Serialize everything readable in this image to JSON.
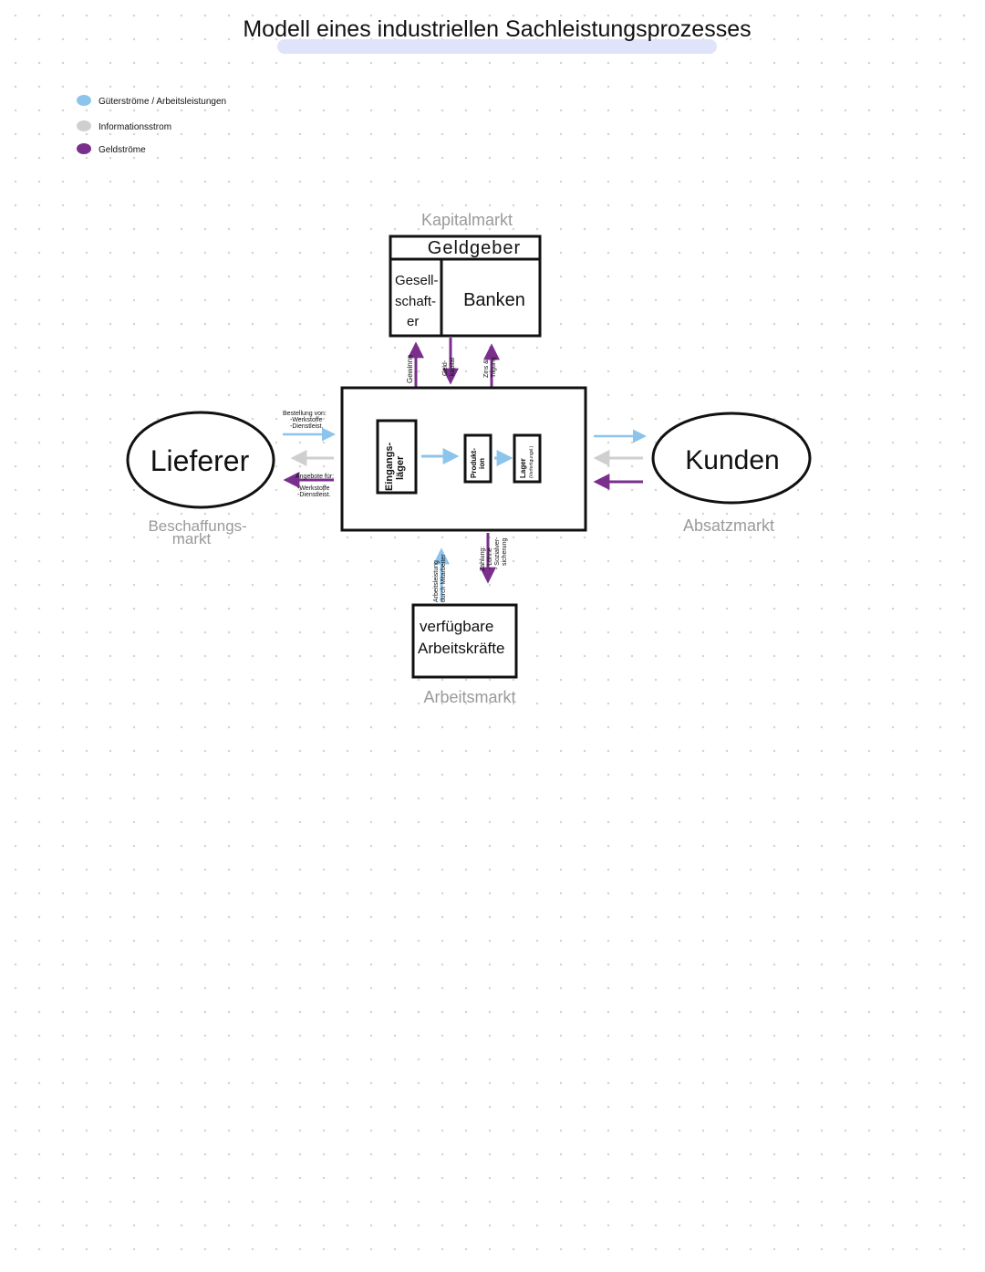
{
  "title": "Modell eines industriellen Sachleistungsprozesses",
  "legend": [
    {
      "text": "Güterströme / Arbeitsleistungen",
      "color": "#8cc4ec",
      "icon": "blue-marker-icon"
    },
    {
      "text": "Informationsstrom",
      "color": "#cfcfcf",
      "icon": "gray-marker-icon"
    },
    {
      "text": "Geldströme",
      "color": "#7a2f8c",
      "icon": "purple-marker-icon"
    }
  ],
  "colors": {
    "goods": "#8cc4ec",
    "info": "#cfcfcf",
    "money": "#7a2f8c",
    "highlight": "#dfe4fb"
  },
  "markets": {
    "capital": "Kapitalmarkt",
    "procurement_line1": "Beschaffungs-",
    "procurement_line2": "markt",
    "sales": "Absatzmarkt",
    "labor": "Arbeitsmarkt"
  },
  "nodes": {
    "funder_title": "Geldgeber",
    "shareholder_line1": "Gesell-",
    "shareholder_line2": "schaft-",
    "shareholder_line3": "er",
    "banks": "Banken",
    "supplier": "Lieferer",
    "customers": "Kunden",
    "labor_line1": "verfügbare",
    "labor_line2": "Arbeitskräfte",
    "inbound_line1": "Eingangs-",
    "inbound_line2": "läger",
    "production_line1": "Produkt-",
    "production_line2": "ion",
    "warehouse_line1": "Lager",
    "warehouse_line2": "(Verfertigungsl.)"
  },
  "flows": {
    "dividend": "Gewinne",
    "capital_line1": "Geld-",
    "capital_line2": "kapital",
    "interest_line1": "Zins &",
    "interest_line2": "Tilgung",
    "order_line1": "Bestellung von:",
    "order_line2": "-Werkstoffe",
    "order_line3": "-Dienstleist.",
    "offer_line1": "Angebote für:",
    "offer_line2": "-Werkstoffe",
    "offer_line3": "-Dienstleist.",
    "labor_line1": "Arbeitsleistung",
    "labor_line2": "durch Mitarbeiter",
    "wage_line1": "Zahlung:",
    "wage_line2": "- Löhne",
    "wage_line3": "- Sozialver-",
    "wage_line4": "sicherung"
  }
}
